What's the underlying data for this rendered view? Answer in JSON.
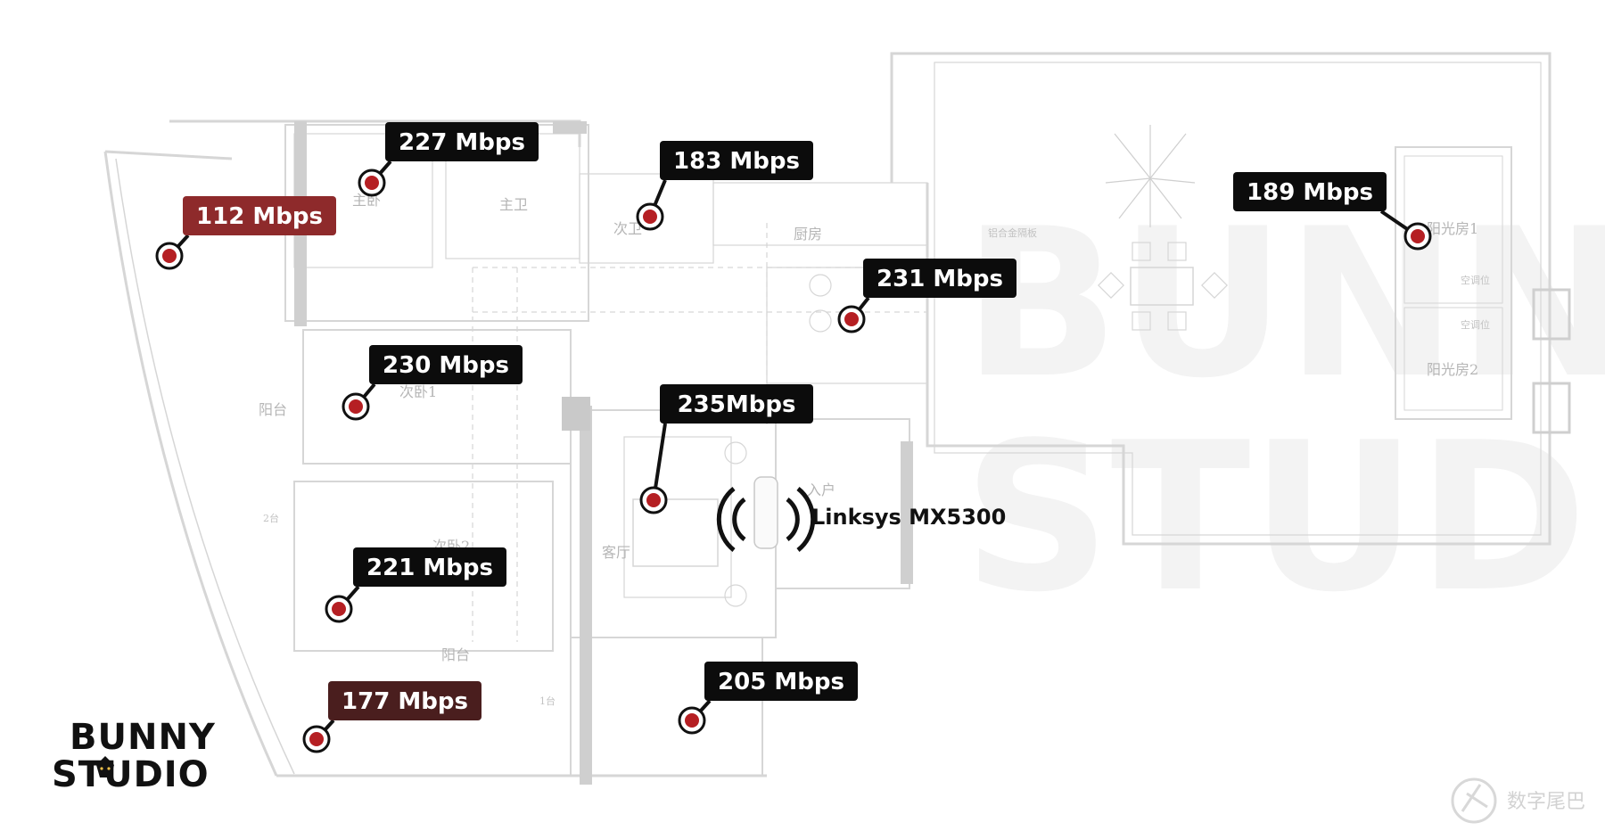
{
  "colors": {
    "badge_default": "#0c0c0c",
    "badge_weak": "#8e2a2b",
    "badge_weakest": "#4a1e1e",
    "marker_dot": "#b51f23",
    "wall": "#d4d4d4",
    "ink": "#111111"
  },
  "measurements": [
    {
      "label": "227 Mbps",
      "tone": "default"
    },
    {
      "label": "183 Mbps",
      "tone": "default"
    },
    {
      "label": "112 Mbps",
      "tone": "weak"
    },
    {
      "label": "189 Mbps",
      "tone": "default"
    },
    {
      "label": "231 Mbps",
      "tone": "default"
    },
    {
      "label": "230 Mbps",
      "tone": "default"
    },
    {
      "label": "235Mbps",
      "tone": "default"
    },
    {
      "label": "221 Mbps",
      "tone": "default"
    },
    {
      "label": "205 Mbps",
      "tone": "default"
    },
    {
      "label": "177 Mbps",
      "tone": "weakest"
    }
  ],
  "router": {
    "label": "Linksys MX5300",
    "icon": "router-signal-icon"
  },
  "rooms": [
    "主卧",
    "主卫",
    "次卫",
    "厨房",
    "次卧1",
    "次卧2",
    "阳台",
    "阳台",
    "客厅",
    "入户",
    "阳光房1",
    "阳光房2",
    "空调位",
    "空调位",
    "铝合金隔板",
    "2台",
    "1台"
  ],
  "logo": {
    "line1": "BUNNY",
    "line2": "STUDIO"
  },
  "watermark": {
    "text": "BUNNY STUDIO"
  },
  "corner_mark": {
    "text": "数字尾巴",
    "icon": "shutter-logo-icon"
  }
}
